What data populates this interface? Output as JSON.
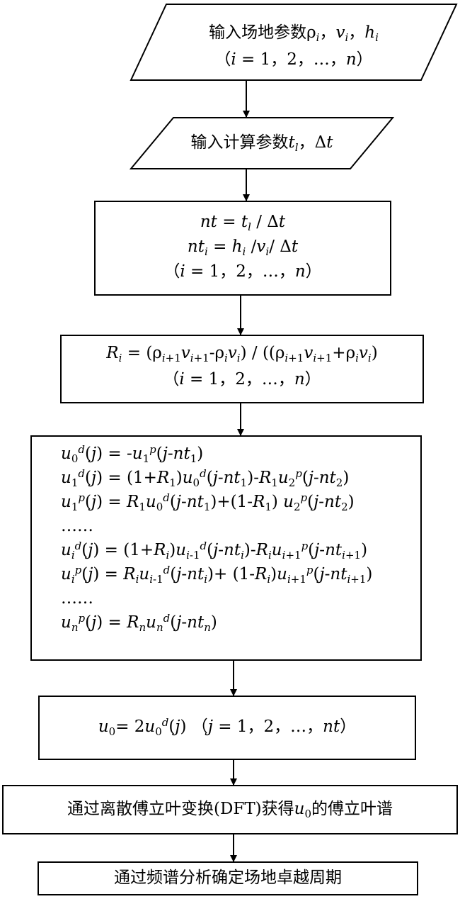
{
  "nodes": [
    {
      "id": "input-site",
      "shape": "parallelogram",
      "lines": [
        "输入场地参数ρ<sub>i</sub>，v<sub>i</sub>，h<sub>i</sub>",
        "（i = 1，2，…，n）"
      ]
    },
    {
      "id": "input-calc",
      "shape": "parallelogram",
      "lines": [
        "输入计算参数t<sub>l</sub>，Δt"
      ]
    },
    {
      "id": "nt-calc",
      "shape": "rect",
      "lines": [
        "nt = t<sub>l</sub> / Δt",
        "nt<sub>i</sub> = h<sub>i</sub> /v<sub>i</sub>/ Δt",
        "（i = 1，2，…，n）"
      ]
    },
    {
      "id": "reflection",
      "shape": "rect",
      "lines": [
        "R<sub>i</sub> = (ρ<sub>i+1</sub>v<sub>i+1</sub>-ρ<sub>i</sub>v<sub>i</sub>) / ((ρ<sub>i+1</sub>v<sub>i+1</sub>+ρ<sub>i</sub>v<sub>i</sub>)",
        "（i = 1，2，…，n）"
      ]
    },
    {
      "id": "recursion",
      "shape": "rect",
      "lines": [
        "u<sub>0</sub><sup>d</sup>(j) = -u<sub>1</sub><sup>p</sup>(j-nt<sub>1</sub>)",
        "u<sub>1</sub><sup>d</sup>(j) = (1+R<sub>1</sub>)u<sub>0</sub><sup>d</sup>(j-nt<sub>1</sub>)-R<sub>1</sub>u<sub>2</sub><sup>p</sup>(j-nt<sub>2</sub>)",
        "u<sub>1</sub><sup>p</sup>(j) = R<sub>1</sub>u<sub>0</sub><sup>d</sup>(j-nt<sub>1</sub>)+(1-R<sub>1</sub>) u<sub>2</sub><sup>p</sup>(j-nt<sub>2</sub>)",
        "……",
        "u<sub>i</sub><sup>d</sup>(j) = (1+R<sub>i</sub>)u<sub>i-1</sub><sup>d</sup>(j-nt<sub>i</sub>)-R<sub>i</sub>u<sub>i+1</sub><sup>p</sup>(j-nt<sub>i+1</sub>)",
        "u<sub>i</sub><sup>p</sup>(j) = R<sub>i</sub>u<sub>i-1</sub><sup>d</sup>(j-nt<sub>i</sub>)+ (1-R<sub>i</sub>)u<sub>i+1</sub><sup>p</sup>(j-nt<sub>i+1</sub>)",
        "……",
        "u<sub>n</sub><sup>p</sup>(j) = R<sub>n</sub>u<sub>n</sub><sup>d</sup>(j-nt<sub>n</sub>)"
      ]
    },
    {
      "id": "u0-sum",
      "shape": "rect",
      "lines": [
        "u<sub>0</sub>= 2u<sub>0</sub><sup>d</sup>(j) （j = 1，2，…，nt）"
      ]
    },
    {
      "id": "dft",
      "shape": "rect",
      "lines": [
        "通过离散傅立叶变换(DFT)获得u<sub>0</sub>的傅立叶谱"
      ]
    },
    {
      "id": "period",
      "shape": "rect",
      "lines": [
        "通过频谱分析确定场地卓越周期"
      ]
    }
  ],
  "edges": [
    {
      "from": "input-site",
      "to": "input-calc"
    },
    {
      "from": "input-calc",
      "to": "nt-calc"
    },
    {
      "from": "nt-calc",
      "to": "reflection"
    },
    {
      "from": "reflection",
      "to": "recursion"
    },
    {
      "from": "recursion",
      "to": "u0-sum"
    },
    {
      "from": "u0-sum",
      "to": "dft"
    },
    {
      "from": "dft",
      "to": "period"
    }
  ]
}
